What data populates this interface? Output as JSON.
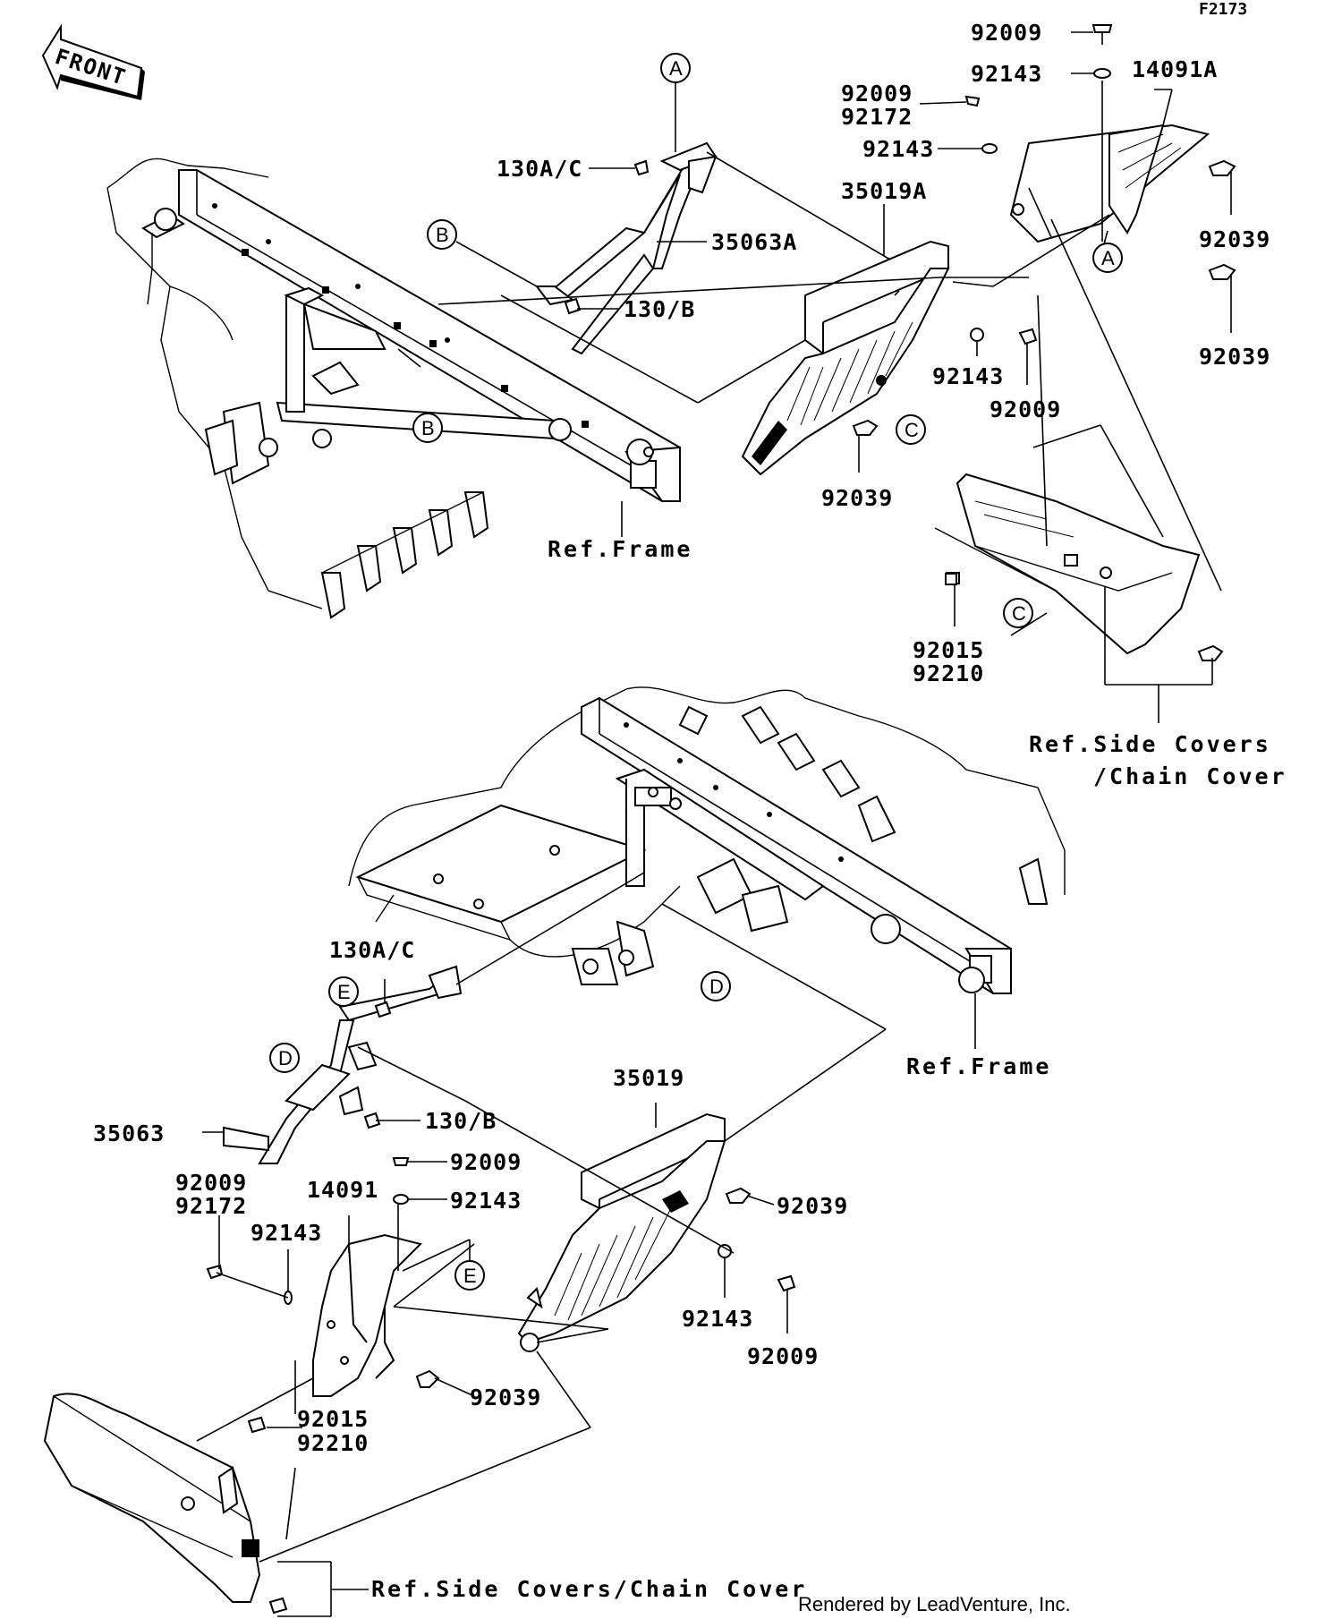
{
  "figure_id": "F2173",
  "front_label": "FRONT",
  "credit": "Rendered by LeadVenture, Inc.",
  "callouts": [
    "A",
    "A",
    "B",
    "B",
    "C",
    "C",
    "D",
    "D",
    "E",
    "E"
  ],
  "references": {
    "frame_top": "Ref.Frame",
    "frame_bottom": "Ref.Frame",
    "side_covers_top_line1": "Ref.Side Covers",
    "side_covers_top_line2": "/Chain Cover",
    "side_covers_bottom": "Ref.Side Covers/Chain Cover"
  },
  "parts_top": {
    "p92009_a": "92009",
    "p92143_a": "92143",
    "p14091A": "14091A",
    "p92009_b": "92009",
    "p92172_a": "92172",
    "p92143_b": "92143",
    "p130AC_a": "130A/C",
    "p35019A": "35019A",
    "p35063A": "35063A",
    "p130B_a": "130/B",
    "p92039_a": "92039",
    "p92039_b": "92039",
    "p92143_c": "92143",
    "p92009_c": "92009",
    "p92039_c": "92039",
    "p92015_a": "92015",
    "p92210_a": "92210"
  },
  "parts_bottom": {
    "p130AC_b": "130A/C",
    "p35019": "35019",
    "p35063": "35063",
    "p130B_b": "130/B",
    "p92009_d": "92009",
    "p92143_d": "92143",
    "p92009_e": "92009",
    "p92172_b": "92172",
    "p14091": "14091",
    "p92143_e": "92143",
    "p92039_d": "92039",
    "p92143_f": "92143",
    "p92009_f": "92009",
    "p92015_b": "92015",
    "p92210_b": "92210",
    "p92039_e": "92039"
  }
}
